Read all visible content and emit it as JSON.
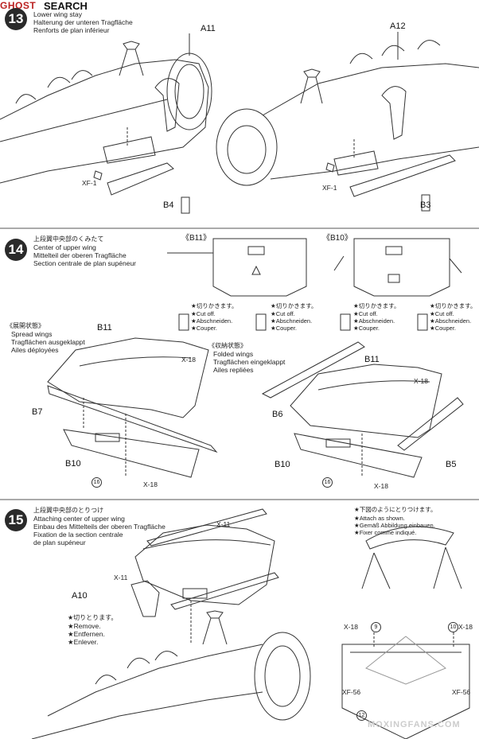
{
  "header": {
    "watermark": "GHOST",
    "title": "SEARCH"
  },
  "step13": {
    "number": "13",
    "lines": [
      "Lower wing stay",
      "Halterung der unteren Tragfläche",
      "Renforts de plan inférieur"
    ],
    "left": {
      "part_top": "A11",
      "part_bottom": "B4",
      "xf": "XF-1"
    },
    "right": {
      "part_top": "A12",
      "part_bottom": "B3",
      "xf": "XF-1"
    }
  },
  "step14": {
    "number": "14",
    "jp": "上段翼中央部のくみたて",
    "lines": [
      "Center of upper wing",
      "Mittelteil der oberen Tragfläche",
      "Section centrale de plan supéneur"
    ],
    "box_b11": "《B11》",
    "box_b10": "《B10》",
    "cut_note": [
      "★切りかきます。",
      "★Cut off.",
      "★Abschneiden.",
      "★Couper."
    ],
    "spread": {
      "jp": "《展開状態》",
      "lines": [
        "Spread wings",
        "Tragflächen ausgeklappt",
        "Ailes déployées"
      ],
      "b11": "B11",
      "b7": "B7",
      "b10": "B10",
      "x18a": "X-18",
      "x18b": "X-18",
      "n16": "16"
    },
    "folded": {
      "jp": "《収納状態》",
      "lines": [
        "Folded wings",
        "Tragflächen eingeklappt",
        "Ailes repliées"
      ],
      "b11": "B11",
      "b6": "B6",
      "b10": "B10",
      "b5": "B5",
      "x18a": "X-18",
      "x18b": "X-18",
      "n16": "16"
    }
  },
  "step15": {
    "number": "15",
    "jp": "上段翼中央部のとりつけ",
    "lines": [
      "Attaching center of upper wing",
      "Einbau des Mittelteils der oberen Tragfläche",
      "Fixation de la section centrale",
      "de plan supéneur"
    ],
    "x11a": "X-11",
    "x11b": "X-11",
    "a10": "A10",
    "remove": [
      "★切りとります。",
      "★Remove.",
      "★Entfernen.",
      "★Enlever."
    ],
    "attach": [
      "★下図のようにとりつけます。",
      "★Attach as shown.",
      "★Gemäß Abbildung einbauen.",
      "★Fixer comme indiqué."
    ],
    "x18l": "X-18",
    "n9": "9",
    "n10": "10",
    "x18r": "X-18",
    "xf56l": "XF-56",
    "xf56r": "XF-56",
    "n12": "12"
  },
  "watermark": "MOXINGFANS.COM"
}
